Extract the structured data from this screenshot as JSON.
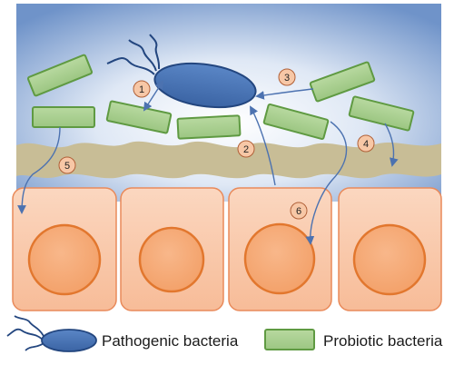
{
  "diagram": {
    "markers": [
      "1",
      "2",
      "3",
      "4",
      "5",
      "6"
    ],
    "legend": {
      "pathogenic_label": "Pathogenic bacteria",
      "probiotic_label": "Probiotic bacteria"
    }
  },
  "colors": {
    "lumen_blue": "#6f93c9",
    "mucus_layer": "#c8bd96",
    "epithelial_cell": "#f9c6a6",
    "cell_border": "#e98a5a",
    "nucleus": "#f7a872",
    "nucleus_border": "#e2772e",
    "pathogen_fill": "#4a75b6",
    "pathogen_stroke": "#23467f",
    "probiotic_fill": "#a9cf8f",
    "probiotic_stroke": "#5f9a42",
    "arrow": "#4c72b0",
    "marker_fill": "#f7c7a6",
    "marker_stroke": "#b06038"
  }
}
